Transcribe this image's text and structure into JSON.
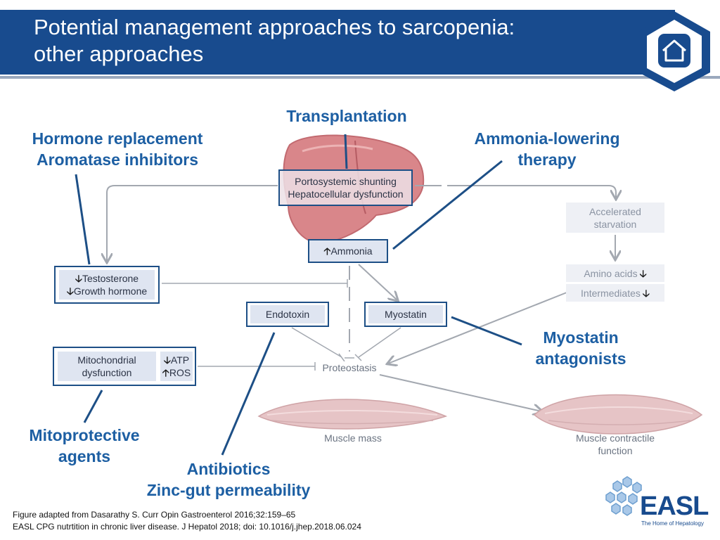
{
  "header": {
    "title_line1": "Potential management approaches to sarcopenia:",
    "title_line2": "other approaches",
    "home_icon": "home-icon",
    "accent": "#184b8e"
  },
  "labels": {
    "transplantation": "Transplantation",
    "hormone_line1": "Hormone replacement",
    "hormone_line2": "Aromatase inhibitors",
    "ammonia_lowering_line1": "Ammonia-lowering",
    "ammonia_lowering_line2": "therapy",
    "myostatin_antagonists_line1": "Myostatin",
    "myostatin_antagonists_line2": "antagonists",
    "mitoprotective_line1": "Mitoprotective",
    "mitoprotective_line2": "agents",
    "antibiotics_line1": "Antibiotics",
    "antibiotics_line2": "Zinc-gut permeability"
  },
  "diagram": {
    "liver_line1": "Portosystemic shunting",
    "liver_line2": "Hepatocellular dysfunction",
    "ammonia": "Ammonia",
    "testosterone": "Testosterone",
    "growth_hormone": "Growth hormone",
    "endotoxin": "Endotoxin",
    "myostatin": "Myostatin",
    "mito_line1": "Mitochondrial",
    "mito_line2": "dysfunction",
    "atp": "ATP",
    "ros": "ROS",
    "accel_line1": "Accelerated",
    "accel_line2": "starvation",
    "amino_acids": "Amino acids",
    "intermediates": "Intermediates",
    "proteostasis": "Proteostasis",
    "muscle_mass": "Muscle mass",
    "contractile_line1": "Muscle contractile",
    "contractile_line2": "function"
  },
  "footer": {
    "line1": "Figure adapted from Dasarathy S. Curr Opin Gastroenterol 2016;32:159–65",
    "line2": "EASL CPG nutrtition in chronic liver disease. J Hepatol 2018; doi: 10.1016/j.jhep.2018.06.024"
  },
  "logo": {
    "name": "EASL",
    "tagline": "The Home of Hepatology"
  }
}
